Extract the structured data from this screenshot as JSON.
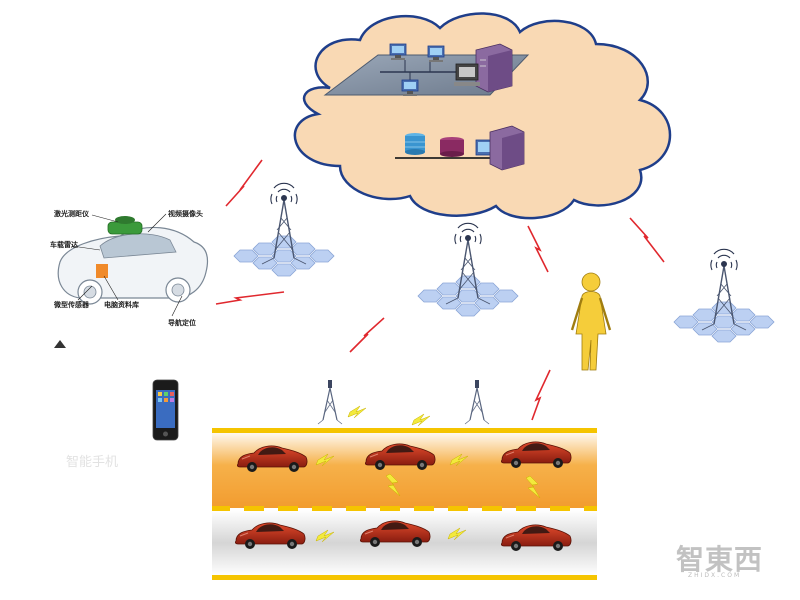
{
  "car_panel": {
    "labels": {
      "lidar": "激光测距仪",
      "camera": "视频摄像头",
      "radar": "车载雷达",
      "sensor": "微型传感器",
      "computer": "电脑资料库",
      "gps": "导航定位"
    }
  },
  "phone_caption": "智能手机",
  "watermark": {
    "text": "智東西",
    "subtitle": "ZHIDX.COM"
  },
  "colors": {
    "cloud_fill": "#f9d9b4",
    "cloud_stroke": "#1f3e8a",
    "road_orange": "#f2a23a",
    "road_stripe": "#f5c400",
    "car_red": "#c0301c",
    "signal_red": "#e0282e",
    "lightning": "#f3ea3c",
    "hex_blue": "#b8cdf0",
    "person": "#f5cd3a"
  }
}
